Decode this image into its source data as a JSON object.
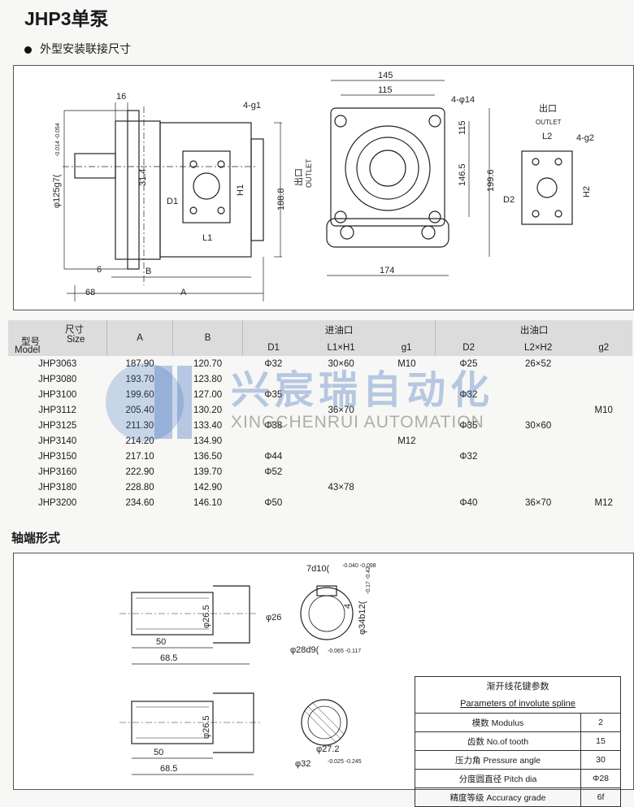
{
  "title": "JHP3单泵",
  "subtitle": "外型安装联接尺寸",
  "section2": "轴端形式",
  "drawing_top": {
    "dims": {
      "d16": "16",
      "g1": "4-g1",
      "shaft_dia": "φ125g7(",
      "shaft_tol": "-0.014 -0.054",
      "d314": "31.4",
      "D1": "D1",
      "H1": "H1",
      "L1": "L1",
      "d1888": "188.8",
      "d6": "6",
      "B": "B",
      "d68": "68",
      "A": "A",
      "outlet_cn": "出口",
      "outlet_en": "OUTLET",
      "d145": "145",
      "d115": "115",
      "phi14": "4-φ14",
      "d1465": "146.5",
      "d115v": "115",
      "d1996": "199.6",
      "d174": "174",
      "outlet2_cn": "出口",
      "outlet2_en": "OUTLET",
      "L2": "L2",
      "g2": "4-g2",
      "H2": "H2",
      "D2": "D2"
    }
  },
  "table": {
    "size_cn": "尺寸",
    "size_en": "Size",
    "model_cn": "型号",
    "model_en": "Model",
    "col_A": "A",
    "col_B": "B",
    "inlet": "进油口",
    "outlet": "出油口",
    "D1": "D1",
    "L1H1": "L1×H1",
    "g1": "g1",
    "D2": "D2",
    "L2H2": "L2×H2",
    "g2": "g2",
    "rows": [
      {
        "model": "JHP3063",
        "A": "187.90",
        "B": "120.70"
      },
      {
        "model": "JHP3080",
        "A": "193.70",
        "B": "123.80"
      },
      {
        "model": "JHP3100",
        "A": "199.60",
        "B": "127.00"
      },
      {
        "model": "JHP3112",
        "A": "205.40",
        "B": "130.20"
      },
      {
        "model": "JHP3125",
        "A": "211.30",
        "B": "133.40"
      },
      {
        "model": "JHP3140",
        "A": "214.20",
        "B": "134.90"
      },
      {
        "model": "JHP3150",
        "A": "217.10",
        "B": "136.50"
      },
      {
        "model": "JHP3160",
        "A": "222.90",
        "B": "139.70"
      },
      {
        "model": "JHP3180",
        "A": "228.80",
        "B": "142.90"
      },
      {
        "model": "JHP3200",
        "A": "234.60",
        "B": "146.10"
      }
    ],
    "cells": {
      "d1_32": "Φ32",
      "d1_35": "Φ35",
      "d1_38": "Φ38",
      "d1_44": "Φ44",
      "d1_52": "Φ52",
      "d1_50": "Φ50",
      "lh_30x60": "30×60",
      "lh_36x70": "36×70",
      "lh_43x78": "43×78",
      "g1_m10": "M10",
      "g1_m12": "M12",
      "d2_25": "Φ25",
      "d2_32a": "Φ32",
      "d2_35": "Φ35",
      "d2_32b": "Φ32",
      "d2_40": "Φ40",
      "lh2_26x52": "26×52",
      "lh2_30x60": "30×60",
      "lh2_36x70": "36×70",
      "g2_m10": "M10",
      "g2_m12": "M12"
    }
  },
  "watermark": {
    "cn": "兴宸瑞自动化",
    "en": "XINGCHENRUI AUTOMATION"
  },
  "drawing_bottom": {
    "d7d10": "7d10(",
    "d7d10_tol": "-0.040 -0.098",
    "d265a": "φ26.5",
    "d26": "φ26",
    "d4": "4",
    "d34": "φ34b12(",
    "d34_tol": "-0.17 -0.42",
    "d28": "φ28d9(",
    "d28_tol": "-0.065 -0.117",
    "d50a": "50",
    "d685a": "68.5",
    "d265b": "φ26.5",
    "d272": "φ27.2",
    "d32": "φ32",
    "d32_tol": "-0.025 -0.245",
    "d50b": "50",
    "d685b": "68.5"
  },
  "spline": {
    "title_cn": "渐开线花键参数",
    "title_en": "Parameters of involute spline",
    "rows": [
      {
        "label": "模数 Modulus",
        "value": "2"
      },
      {
        "label": "齿数 No.of tooth",
        "value": "15"
      },
      {
        "label": "压力角 Pressure angle",
        "value": "30"
      },
      {
        "label": "分度圆直径 Pitch dia",
        "value": "Φ28"
      },
      {
        "label": "精度等级 Accuracy grade",
        "value": "6f"
      }
    ]
  }
}
